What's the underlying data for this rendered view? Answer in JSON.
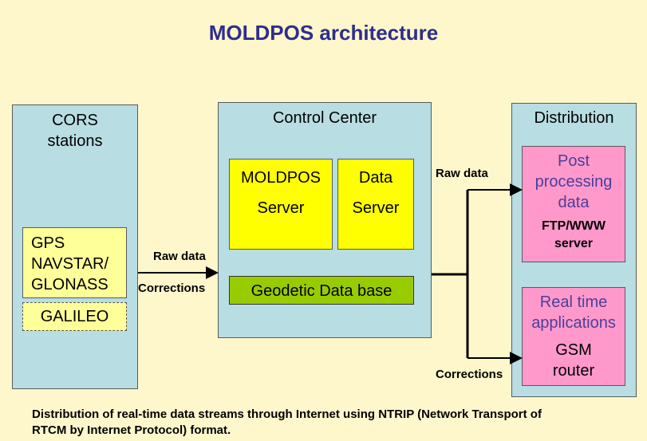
{
  "title": "MOLDPOS architecture",
  "colors": {
    "background": "#fff7cc",
    "panel": "#b8dde3",
    "title": "#2e2e8c",
    "server_box": "#ffff00",
    "gnss_box": "#ffff99",
    "database_box": "#99cc00",
    "distribution_box": "#ff99cc",
    "distribution_text": "#4b3f9a"
  },
  "cors": {
    "title_line1": "CORS",
    "title_line2": "stations",
    "gnss_line1": "GPS",
    "gnss_line2": "NAVSTAR/",
    "gnss_line3": "GLONASS",
    "galileo": "GALILEO"
  },
  "link_left": {
    "raw_data": "Raw data",
    "corrections": "Corrections"
  },
  "control_center": {
    "title": "Control Center",
    "moldpos_server_line1": "MOLDPOS",
    "moldpos_server_line2": "Server",
    "data_server_line1": "Data",
    "data_server_line2": "Server",
    "database": "Geodetic Data base"
  },
  "link_right": {
    "raw_data": "Raw data",
    "corrections": "Corrections"
  },
  "distribution": {
    "title": "Distribution",
    "post_line1": "Post",
    "post_line2": "processing",
    "post_line3": "data",
    "post_server_line1": "FTP/WWW",
    "post_server_line2": "server",
    "rt_line1": "Real time",
    "rt_line2": "applications",
    "rt_router_line1": "GSM",
    "rt_router_line2": "router"
  },
  "caption": {
    "line1": "Distribution of real-time data streams through Internet using NTRIP (Network Transport of",
    "line2": "RTCM by Internet Protocol) format."
  }
}
